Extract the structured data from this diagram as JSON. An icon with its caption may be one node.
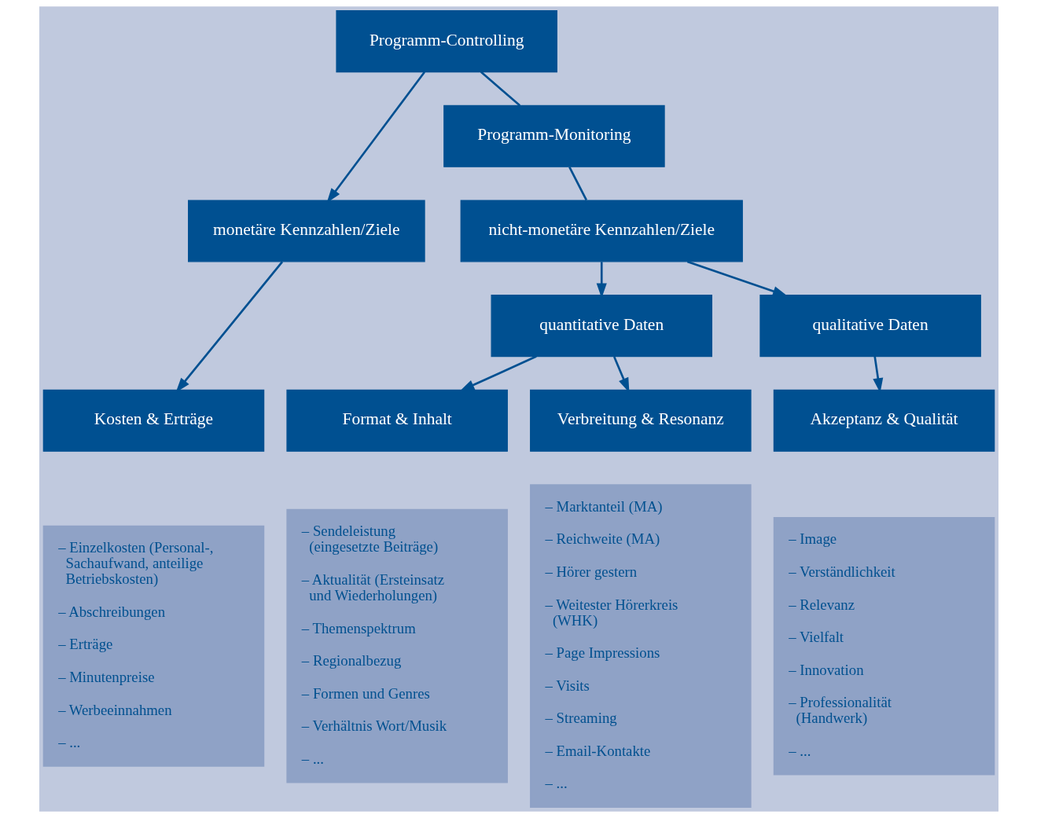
{
  "diagram": {
    "nodes": [
      {
        "text": [
          "Programm-Controlling"
        ]
      },
      {
        "text": [
          "Programm-Monitoring"
        ]
      },
      {
        "text": [
          "monetäre Kennzahlen/Ziele"
        ]
      },
      {
        "text": [
          "nicht-monetäre Kennzahlen/Ziele"
        ]
      },
      {
        "text": [
          "quantitative Daten"
        ]
      },
      {
        "text": [
          "qualitative Daten"
        ]
      },
      {
        "text": [
          "Kosten & Erträge"
        ]
      },
      {
        "text": [
          "Format & Inhalt"
        ]
      },
      {
        "text": [
          "Verbreitung & Resonanz"
        ]
      },
      {
        "text": [
          "Akzeptanz & Qualität"
        ]
      },
      {
        "text": [
          "– Einzelkosten (Personal-, Sachaufwand, anteilige Betriebskosten)",
          "– Abschreibungen",
          "– Erträge",
          "– Minutenpreise",
          "– Werbeeinnahmen",
          "– ..."
        ]
      },
      {
        "text": [
          "– Sendeleistung (eingesetzte Beiträge)",
          "– Aktualität (Ersteinsatz und Wiederholungen)",
          "– Themenspektrum",
          "– Regionalbezug",
          "– Formen und Genres",
          "– Verhältnis Wort/Musik",
          "– ..."
        ]
      },
      {
        "text": [
          "– Marktanteil (MA)",
          "– Reichweite (MA)",
          "– Hörer gestern",
          "– Weitester Hörerkreis (WHK)",
          "– Page Impressions",
          "– Visits",
          "– Streaming",
          "– Email-Kontakte",
          "– ..."
        ]
      },
      {
        "text": [
          "– Image",
          "– Verständlichkeit",
          "– Relevanz",
          "– Vielfalt",
          "– Innovation",
          "– Professionalität (Handwerk)",
          "– ..."
        ]
      }
    ],
    "edges": [
      {
        "from": 0,
        "to": 2,
        "arrow": "to"
      },
      {
        "from": 0,
        "to": 1,
        "arrow": "none"
      },
      {
        "from": 1,
        "to": 3,
        "arrow": "none"
      },
      {
        "from": 3,
        "to": 4,
        "arrow": "to"
      },
      {
        "from": 3,
        "to": 5,
        "arrow": "to"
      },
      {
        "from": 2,
        "to": 6,
        "arrow": "to"
      },
      {
        "from": 4,
        "to": 7,
        "arrow": "to"
      },
      {
        "from": 4,
        "to": 8,
        "arrow": "to"
      },
      {
        "from": 5,
        "to": 9,
        "arrow": "to"
      }
    ]
  }
}
